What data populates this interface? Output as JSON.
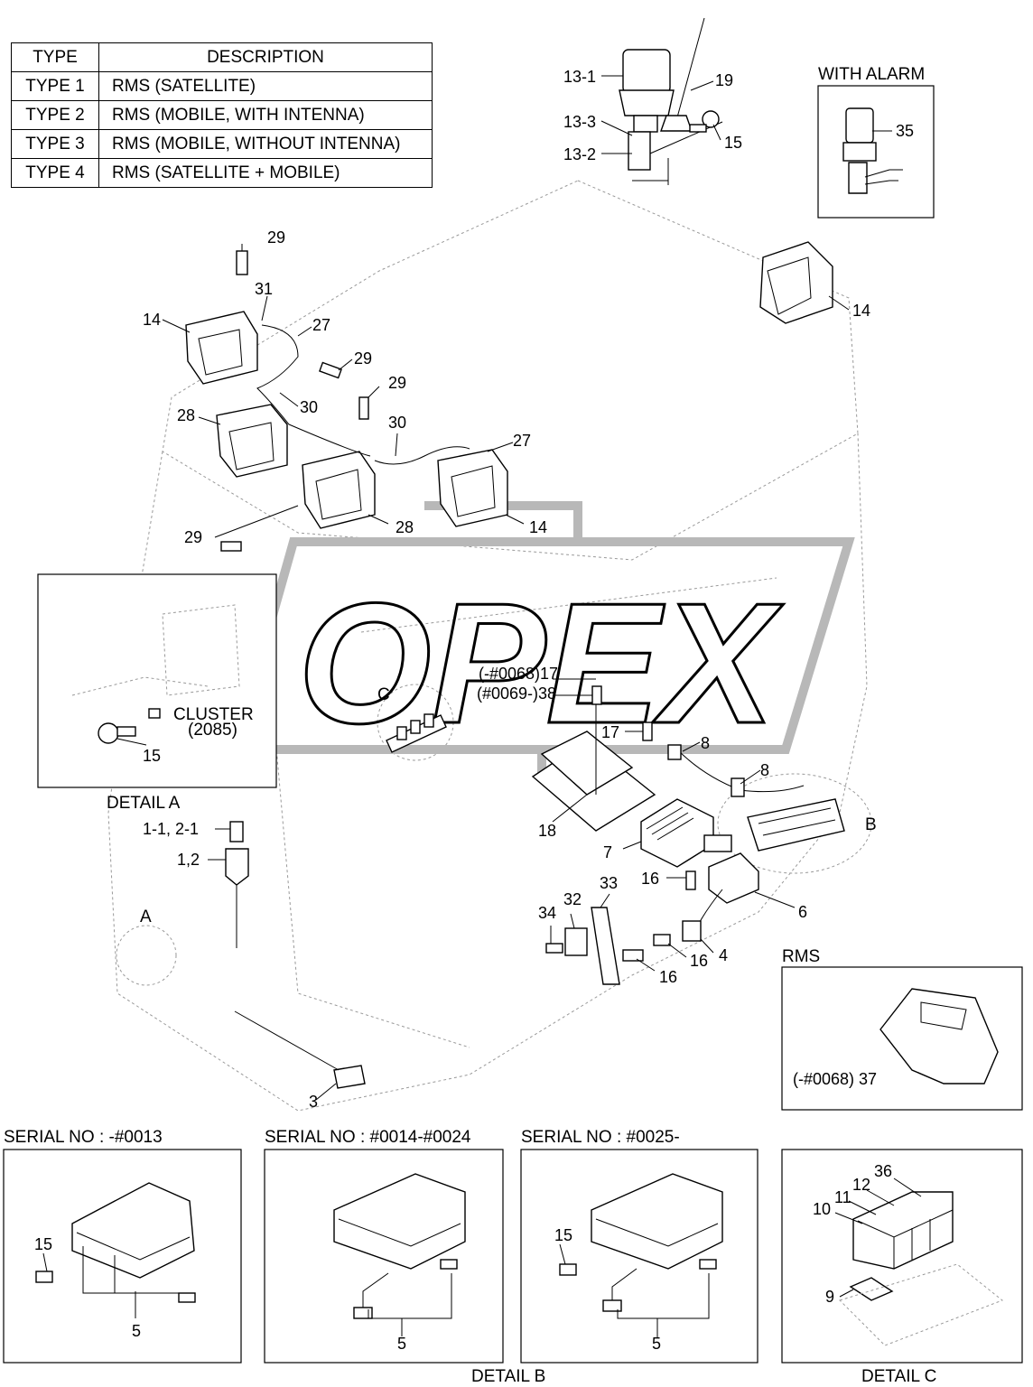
{
  "table": {
    "headers": [
      "TYPE",
      "DESCRIPTION"
    ],
    "rows": [
      [
        "TYPE 1",
        "RMS (SATELLITE)"
      ],
      [
        "TYPE 2",
        "RMS (MOBILE, WITH INTENNA)"
      ],
      [
        "TYPE 3",
        "RMS (MOBILE, WITHOUT INTENNA)"
      ],
      [
        "TYPE 4",
        "RMS (SATELLITE + MOBILE)"
      ]
    ]
  },
  "captions": {
    "with_alarm": "WITH ALARM",
    "cluster": "CLUSTER",
    "cluster_code": "(2085)",
    "detail_a": "DETAIL A",
    "detail_b": "DETAIL B",
    "detail_c": "DETAIL C",
    "rms": "RMS",
    "serial_1": "SERIAL NO : -#0013",
    "serial_2": "SERIAL NO : #0014-#0024",
    "serial_3": "SERIAL NO : #0025-",
    "marker_a": "A",
    "marker_b": "B",
    "marker_c": "C"
  },
  "watermark": "OPEX",
  "callouts": {
    "p13_1": "13-1",
    "p13_3": "13-3",
    "p13_2": "13-2",
    "p19": "19",
    "p15_top": "15",
    "p35": "35",
    "p29_a": "29",
    "p31": "31",
    "p14_a": "14",
    "p27_a": "27",
    "p29_b": "29",
    "p29_c": "29",
    "p30_a": "30",
    "p28_a": "28",
    "p30_b": "30",
    "p27_b": "27",
    "p28_b": "28",
    "p14_b": "14",
    "p29_d": "29",
    "p14_c": "14",
    "p15_a": "15",
    "p17_a": "(-#0068)17",
    "p38": "(#0069-)38",
    "p17_b": "17",
    "p8_a": "8",
    "p8_b": "8",
    "p18": "18",
    "p7": "7",
    "p16_a": "16",
    "p6": "6",
    "p1_1": "1-1, 2-1",
    "p1_2": "1,2",
    "p33": "33",
    "p34": "34",
    "p32": "32",
    "p16_b": "16",
    "p4": "4",
    "p16_c": "16",
    "p3": "3",
    "p37": "(-#0068) 37",
    "p15_s1": "15",
    "p5_s1": "5",
    "p5_s2": "5",
    "p15_s3": "15",
    "p5_s3": "5",
    "p10": "10",
    "p11": "11",
    "p12": "12",
    "p36": "36",
    "p9": "9"
  }
}
